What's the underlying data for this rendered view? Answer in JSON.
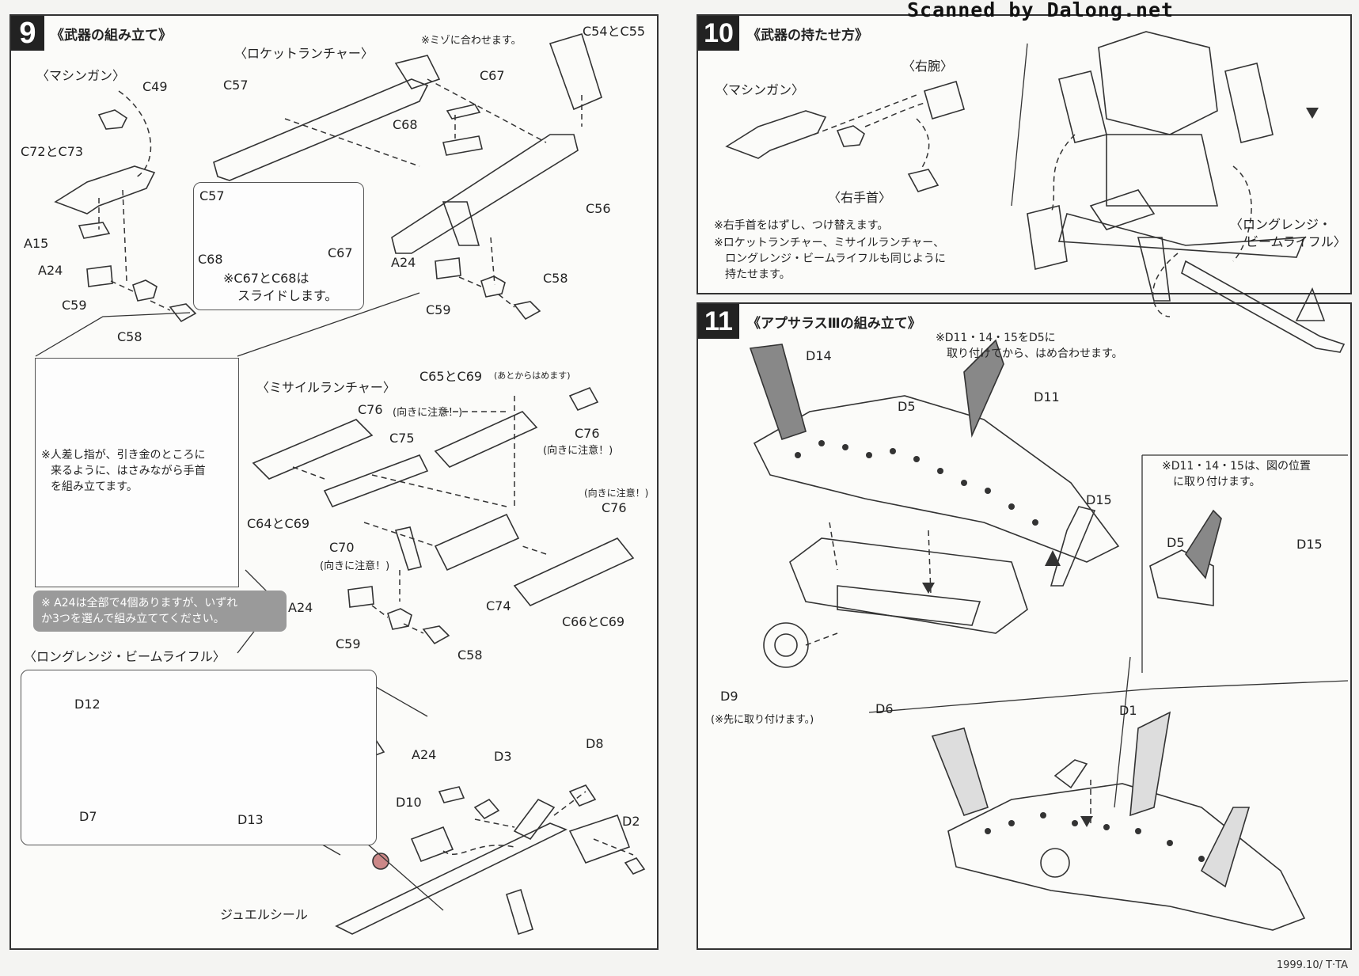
{
  "watermark": "Scanned by Dalong.net",
  "footer": "1999.10/ T·TA",
  "step9": {
    "number": "9",
    "title": "《武器の組み立て》",
    "machinegun": {
      "title": "〈マシンガン〉"
    },
    "rocket": {
      "title": "〈ロケットランチャー〉",
      "note": "※ミゾに合わせます。"
    },
    "inset_note": [
      "※C67とC68は",
      "スライドします。"
    ],
    "hand_note": [
      "※人差し指が、引き金のところに",
      "来るように、はさみながら手首",
      "を組み立てます。"
    ],
    "missile": {
      "title": "〈ミサイルランチャー〉"
    },
    "a24_note": [
      "※ A24は全部で4個ありますが、いずれ",
      "か3つを選んで組み立ててください。"
    ],
    "rifle": {
      "title": "〈ロングレンジ・ビームライフル〉",
      "seal": "ジュエルシール"
    },
    "parts": {
      "c49": "C49",
      "c72c73": "C72とC73",
      "a15": "A15",
      "a24a": "A24",
      "c59a": "C59",
      "c58a": "C58",
      "c57": "C57",
      "c67": "C67",
      "c68": "C68",
      "c54c55": "C54とC55",
      "c56": "C56",
      "ic57": "C57",
      "ic68": "C68",
      "ic67": "C67",
      "a24b": "A24",
      "c59b": "C59",
      "c58b": "C58",
      "c65c69": "C65とC69",
      "c65c69_sub": "(あとからはめます)",
      "c76a": "C76",
      "c76a_sub": "(向きに注意！)",
      "c75": "C75",
      "c76b": "C76",
      "c76b_sub": "(向きに注意！)",
      "c76c_sub": "(向きに注意！)",
      "c76c": "C76",
      "c64c69": "C64とC69",
      "c70": "C70",
      "c70_sub": "(向きに注意！)",
      "c74": "C74",
      "c66c69": "C66とC69",
      "a24c": "A24",
      "c59c": "C59",
      "c58c": "C58",
      "d12": "D12",
      "d7": "D7",
      "d13": "D13",
      "a24d": "A24",
      "d3": "D3",
      "d8": "D8",
      "d10": "D10",
      "d2": "D2"
    }
  },
  "step10": {
    "number": "10",
    "title": "《武器の持たせ方》",
    "machinegun": "〈マシンガン〉",
    "right_arm": "〈右腕〉",
    "right_wrist": "〈右手首〉",
    "rifle": [
      "〈ロングレンジ・",
      "ビームライフル〉"
    ],
    "notes": [
      "※右手首をはずし、つけ替えます。",
      "※ロケットランチャー、ミサイルランチャー、",
      "ロングレンジ・ビームライフルも同じように",
      "持たせます。"
    ]
  },
  "step11": {
    "number": "11",
    "title": "《アプサラスⅢの組み立て》",
    "note": [
      "※D11・14・15をD5に",
      "取り付けてから、はめ合わせます。"
    ],
    "side_note": [
      "※D11・14・15は、図の位置",
      "に取り付けます。"
    ],
    "d9_note": "(※先に取り付けます。)",
    "parts": {
      "d14": "D14",
      "d5": "D5",
      "d11": "D11",
      "d15": "D15",
      "d9": "D9",
      "d6": "D6",
      "d1": "D1",
      "sd5": "D5",
      "sd15": "D15"
    }
  }
}
